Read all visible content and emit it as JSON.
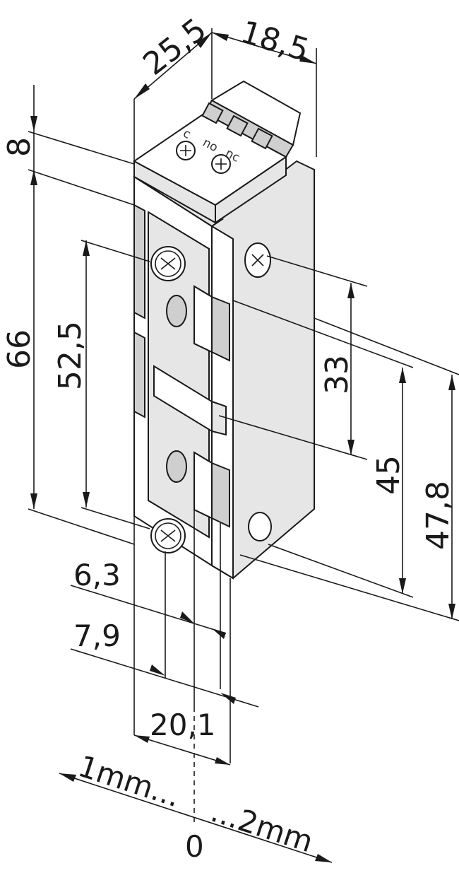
{
  "dimensions": {
    "depth": "25,5",
    "width_top": "18,5",
    "terminal_height": "8",
    "overall_height": "66",
    "screw_spacing": "52,5",
    "latch_height": "33",
    "strike_height": "45",
    "faceplate_height": "47,8",
    "offset_a": "6,3",
    "offset_b": "7,9",
    "overall_width": "20,1"
  },
  "adjustment": {
    "left": "1mm...",
    "right": "...2mm",
    "zero": "0"
  },
  "terminal_labels": {
    "c": "c",
    "no": "no",
    "nc": "nc"
  },
  "colors": {
    "line": "#1a1a1a",
    "fill_light": "#e6e6e6",
    "fill_dark": "#cfcfcf"
  }
}
